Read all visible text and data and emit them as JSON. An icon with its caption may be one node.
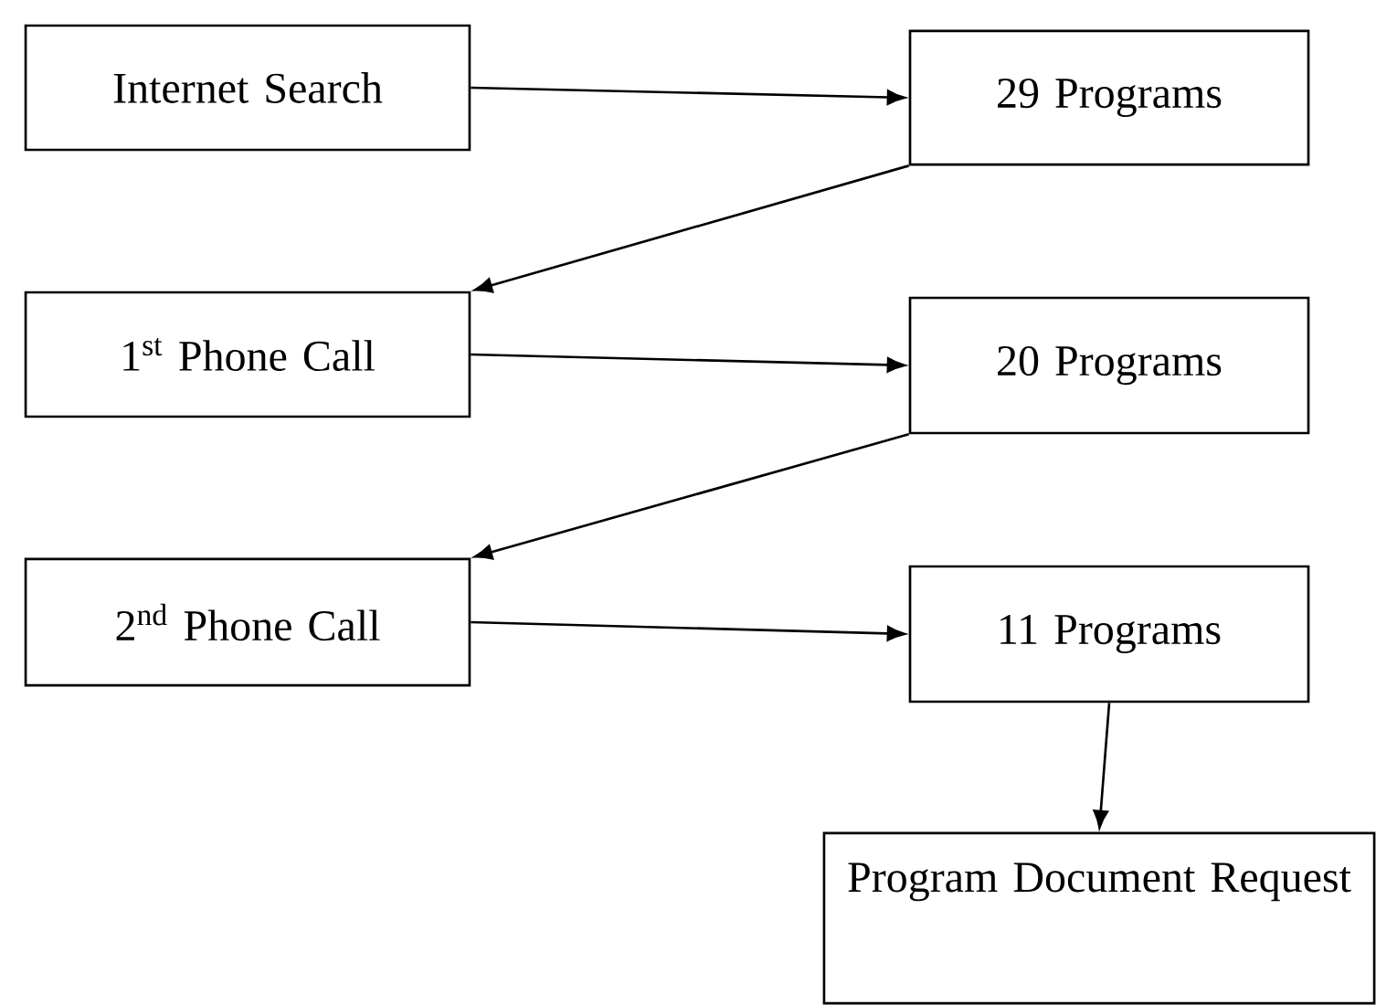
{
  "diagram": {
    "nodes": [
      {
        "text": [
          "Internet Search"
        ]
      },
      {
        "text": [
          "29 Programs"
        ]
      },
      {
        "text": [
          "1$^{st}$ Phone Call"
        ]
      },
      {
        "text": [
          "20 Programs"
        ]
      },
      {
        "text": [
          "2$^{nd}$ Phone Call"
        ]
      },
      {
        "text": [
          "11 Programs"
        ]
      },
      {
        "text": [
          "Program Document Request"
        ]
      }
    ],
    "edges": [
      {
        "from": 0,
        "to": 1,
        "arrow": "to"
      },
      {
        "from": 1,
        "to": 2,
        "arrow": "to"
      },
      {
        "from": 2,
        "to": 3,
        "arrow": "to"
      },
      {
        "from": 3,
        "to": 4,
        "arrow": "to"
      },
      {
        "from": 4,
        "to": 5,
        "arrow": "to"
      },
      {
        "from": 5,
        "to": 6,
        "arrow": "to"
      }
    ]
  }
}
